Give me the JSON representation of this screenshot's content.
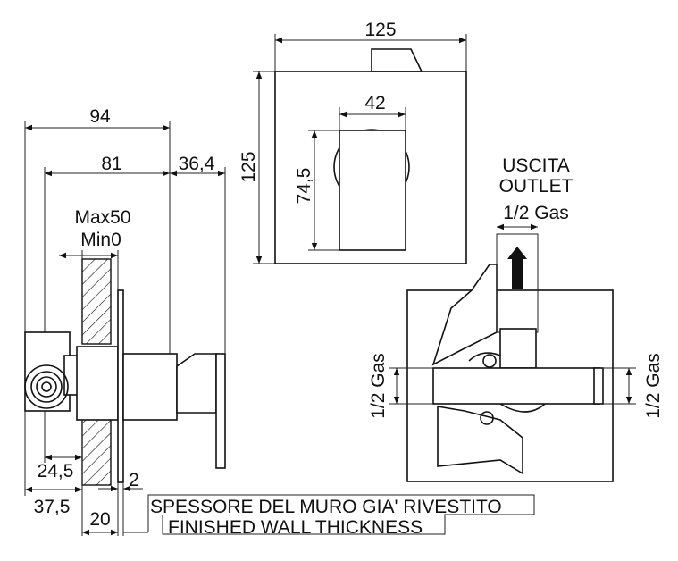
{
  "dimensions": {
    "front_width": "125",
    "front_height": "125",
    "handle_width": "42",
    "handle_height": "74,5",
    "side_total": "94",
    "side_body": "81",
    "side_handle": "36,4",
    "wall_max": "Max50",
    "wall_min": "Min0",
    "inlet_offset": "24,5",
    "plate_thickness": "2",
    "axis_depth": "37,5",
    "plaster": "20"
  },
  "outlet": {
    "label_it": "USCITA",
    "label_en": "OUTLET",
    "size": "1/2 Gas"
  },
  "connections": {
    "left": "1/2 Gas",
    "right": "1/2 Gas"
  },
  "wall_note": {
    "line_it": "SPESSORE DEL MURO GIA' RIVESTITO",
    "line_en": "FINISHED WALL THICKNESS"
  }
}
